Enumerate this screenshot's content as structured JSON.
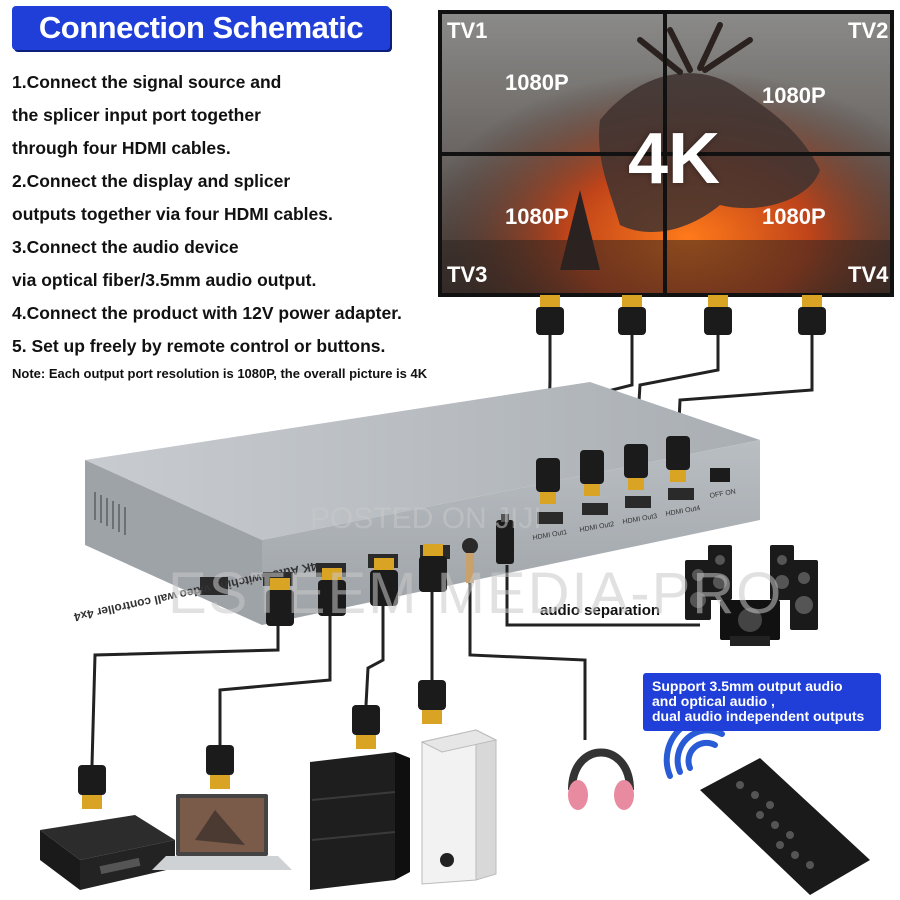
{
  "title": "Connection Schematic",
  "steps": [
    "1.Connect the signal source and",
    "the splicer input port together",
    "through four HDMI cables.",
    "2.Connect the display and splicer",
    "outputs together via four HDMI cables.",
    "3.Connect the audio device",
    "via optical fiber/3.5mm audio output.",
    "4.Connect the product with 12V power adapter.",
    "5. Set up freely by remote control or buttons."
  ],
  "note": "Note: Each output port resolution is 1080P, the overall picture is 4K",
  "tv_wall": {
    "screens": [
      "TV1",
      "TV2",
      "TV3",
      "TV4"
    ],
    "resolutions": [
      "1080P",
      "1080P",
      "1080P",
      "1080P"
    ],
    "center_label": "4K"
  },
  "device": {
    "name": "4K Auto Switching video wall controller 4x4",
    "output_ports": [
      "HDMI Out1",
      "HDMI Out2",
      "HDMI Out3",
      "HDMI Out4"
    ],
    "power_label": "OFF ON"
  },
  "audio_label": "audio separation",
  "support_text": [
    "Support 3.5mm output audio",
    "and optical audio ,",
    "dual audio independent outputs"
  ],
  "watermarks": [
    "POSTED ON JIJI",
    "ESTEEM MEDIA-PRO"
  ],
  "sources": [
    "set-top-box",
    "laptop",
    "game-console",
    "desktop-pc"
  ],
  "colors": {
    "accent": "#1f3fd8",
    "device": "#b7bcc2",
    "plug": "#d9a323"
  }
}
